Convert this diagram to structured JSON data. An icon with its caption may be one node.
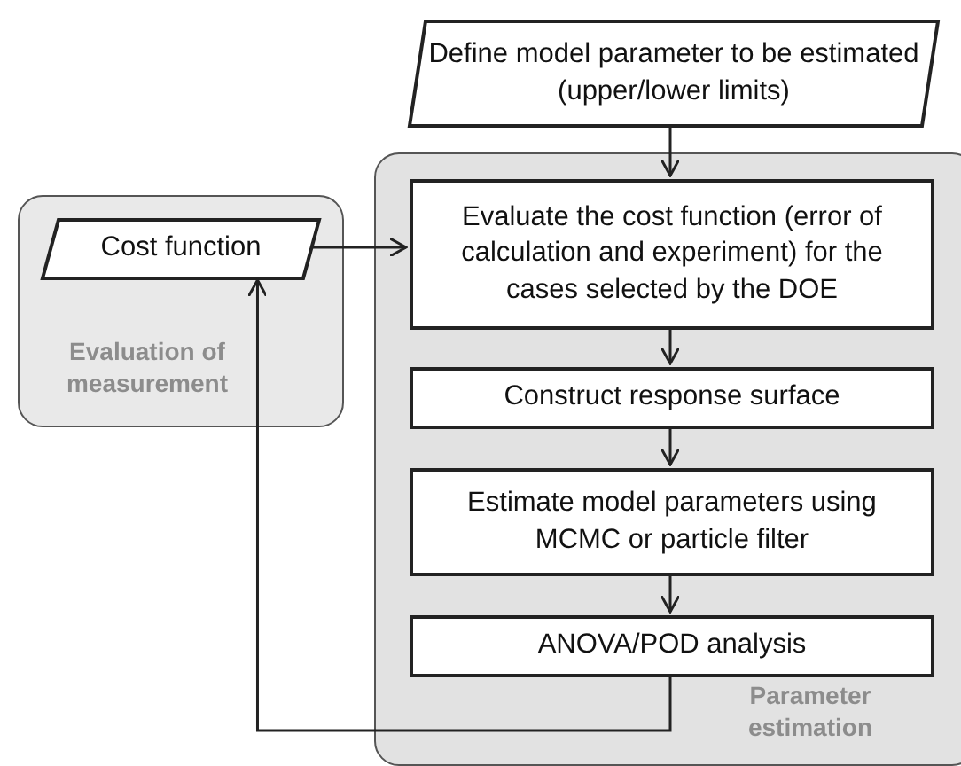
{
  "diagram": {
    "nodes": [
      {
        "text": [
          "Define model parameter to be estimated (upper/lower limits)"
        ]
      },
      {
        "text": [
          "Evaluation of measurement"
        ]
      },
      {
        "text": [
          "Cost function"
        ],
        "in": 1
      },
      {
        "text": [
          "Parameter estimation"
        ]
      },
      {
        "text": [
          "Evaluate the cost function (error of calculation and experiment) for the cases selected by the DOE"
        ],
        "in": 3
      },
      {
        "text": [
          "Construct response surface"
        ],
        "in": 3
      },
      {
        "text": [
          "Estimate model parameters using MCMC or particle filter"
        ],
        "in": 3
      },
      {
        "text": [
          "ANOVA/POD analysis"
        ],
        "in": 3
      }
    ],
    "edges": [
      {
        "from": 0,
        "to": 4,
        "arrow": "to"
      },
      {
        "from": 2,
        "to": 4,
        "arrow": "to"
      },
      {
        "from": 4,
        "to": 5,
        "arrow": "to"
      },
      {
        "from": 5,
        "to": 6,
        "arrow": "to"
      },
      {
        "from": 6,
        "to": 7,
        "arrow": "to"
      },
      {
        "from": 7,
        "to": 2,
        "arrow": "to"
      }
    ]
  }
}
